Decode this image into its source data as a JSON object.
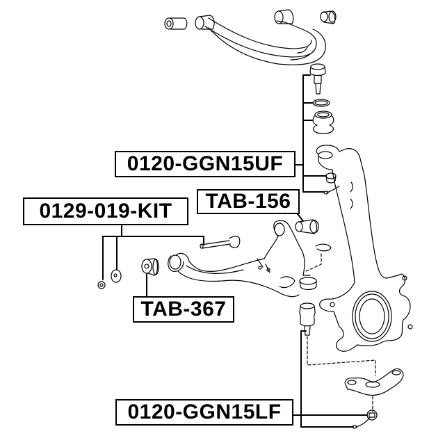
{
  "diagram": {
    "type": "exploded parts diagram - front suspension",
    "line_color": "#000000",
    "background": "#ffffff"
  },
  "labels": {
    "upper_ball_joint": "0120-GGN15UF",
    "lower_arm_kit": "0129-019-KIT",
    "bushing_156": "TAB-156",
    "bushing_367": "TAB-367",
    "lower_ball_joint": "0120-GGN15LF"
  },
  "parts": [
    "upper-control-arm",
    "upper-arm-bushing-left",
    "upper-arm-bushing-right",
    "upper-ball-joint",
    "snap-ring-upper",
    "dust-boot",
    "upper-castle-nut",
    "upper-cotter-pin",
    "steering-knuckle",
    "lower-control-arm",
    "camber-bolt",
    "cam-washer",
    "cam-nut",
    "lower-arm-bushing-front",
    "lower-arm-bushing-rear",
    "snap-ring-lower",
    "lower-ball-joint",
    "knuckle-arm",
    "lower-castle-nut",
    "lower-cotter-pin"
  ]
}
